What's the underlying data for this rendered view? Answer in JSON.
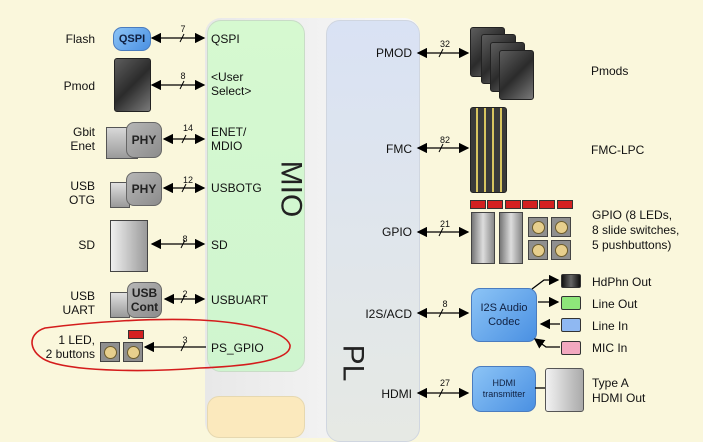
{
  "regions": {
    "mio": "MIO",
    "pl": "PL"
  },
  "ps_side": [
    {
      "device": "Flash",
      "chip": "QSPI",
      "bus_width": "7",
      "port": "QSPI"
    },
    {
      "device": "Pmod",
      "chip": "",
      "bus_width": "8",
      "port": "<User Select>"
    },
    {
      "device": "Gbit Enet",
      "chip": "PHY",
      "bus_width": "14",
      "port": "ENET/ MDIO"
    },
    {
      "device": "USB OTG",
      "chip": "PHY",
      "bus_width": "12",
      "port": "USBOTG"
    },
    {
      "device": "SD",
      "chip": "",
      "bus_width": "8",
      "port": "SD"
    },
    {
      "device": "USB UART",
      "chip": "USB Cont",
      "bus_width": "2",
      "port": "USBUART"
    },
    {
      "device": "1 LED, 2 buttons",
      "chip": "",
      "bus_width": "3",
      "port": "PS_GPIO"
    }
  ],
  "pl_side": [
    {
      "port": "PMOD",
      "bus_width": "32",
      "device": "Pmods"
    },
    {
      "port": "FMC",
      "bus_width": "82",
      "device": "FMC-LPC"
    },
    {
      "port": "GPIO",
      "bus_width": "21",
      "device": "GPIO (8 LEDs, 8 slide switches, 5 pushbuttons)"
    },
    {
      "port": "I2S/ACD",
      "bus_width": "8",
      "chip": "I2S Audio Codec"
    },
    {
      "port": "HDMI",
      "bus_width": "27",
      "chip": "HDMI transmitter",
      "device": "Type A HDMI Out"
    }
  ],
  "audio_jacks": [
    {
      "label": "HdPhn Out",
      "color": "#2a2a2a"
    },
    {
      "label": "Line Out",
      "color": "#8ee67a"
    },
    {
      "label": "Line In",
      "color": "#8fb8f2"
    },
    {
      "label": "MIC In",
      "color": "#f2a8bf"
    }
  ],
  "gpio_text": {
    "line1": "GPIO (8 LEDs,",
    "line2": "8 slide switches,",
    "line3": "5 pushbuttons)"
  },
  "hdmi_text": {
    "line1": "Type A",
    "line2": "HDMI Out"
  },
  "annotation": {
    "color": "#d41c1c",
    "target": "PS_GPIO"
  }
}
